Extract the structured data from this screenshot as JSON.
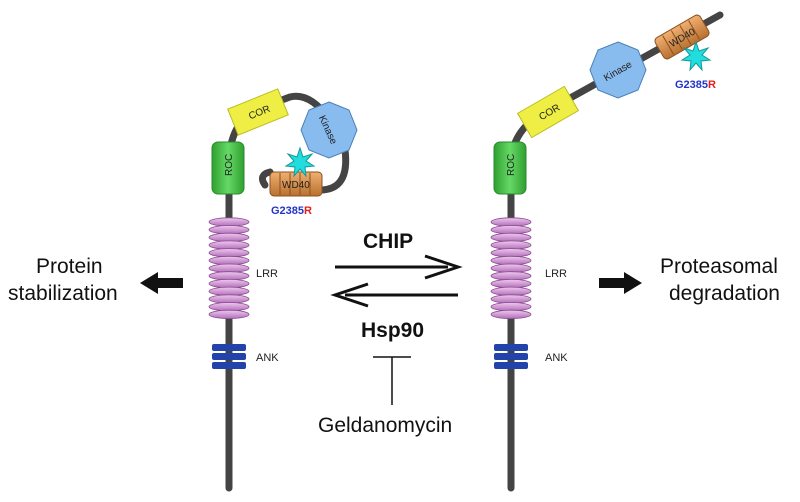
{
  "labels": {
    "protein_stabilization_1": "Protein",
    "protein_stabilization_2": "stabilization",
    "proteasomal_1": "Proteasomal",
    "proteasomal_2": "degradation",
    "chip": "CHIP",
    "hsp90": "Hsp90",
    "geldanamycin": "Geldanomycin"
  },
  "domains": {
    "roc": "ROC",
    "cor": "COR",
    "kinase": "Kinase",
    "wd40": "WD40",
    "lrr": "LRR",
    "ank": "ANK"
  },
  "mutation": {
    "prefix": "G2385",
    "suffix": "R",
    "prefix_color": "#2233cc",
    "suffix_color": "#e0201c"
  },
  "colors": {
    "backbone": "#444444",
    "roc": "#44bb44",
    "cor": "#eeee44",
    "kinase": "#88bbee",
    "wd40": "#dd9955",
    "lrr": "#d9a0d9",
    "ank": "#2244aa",
    "star": "#22dddd"
  }
}
